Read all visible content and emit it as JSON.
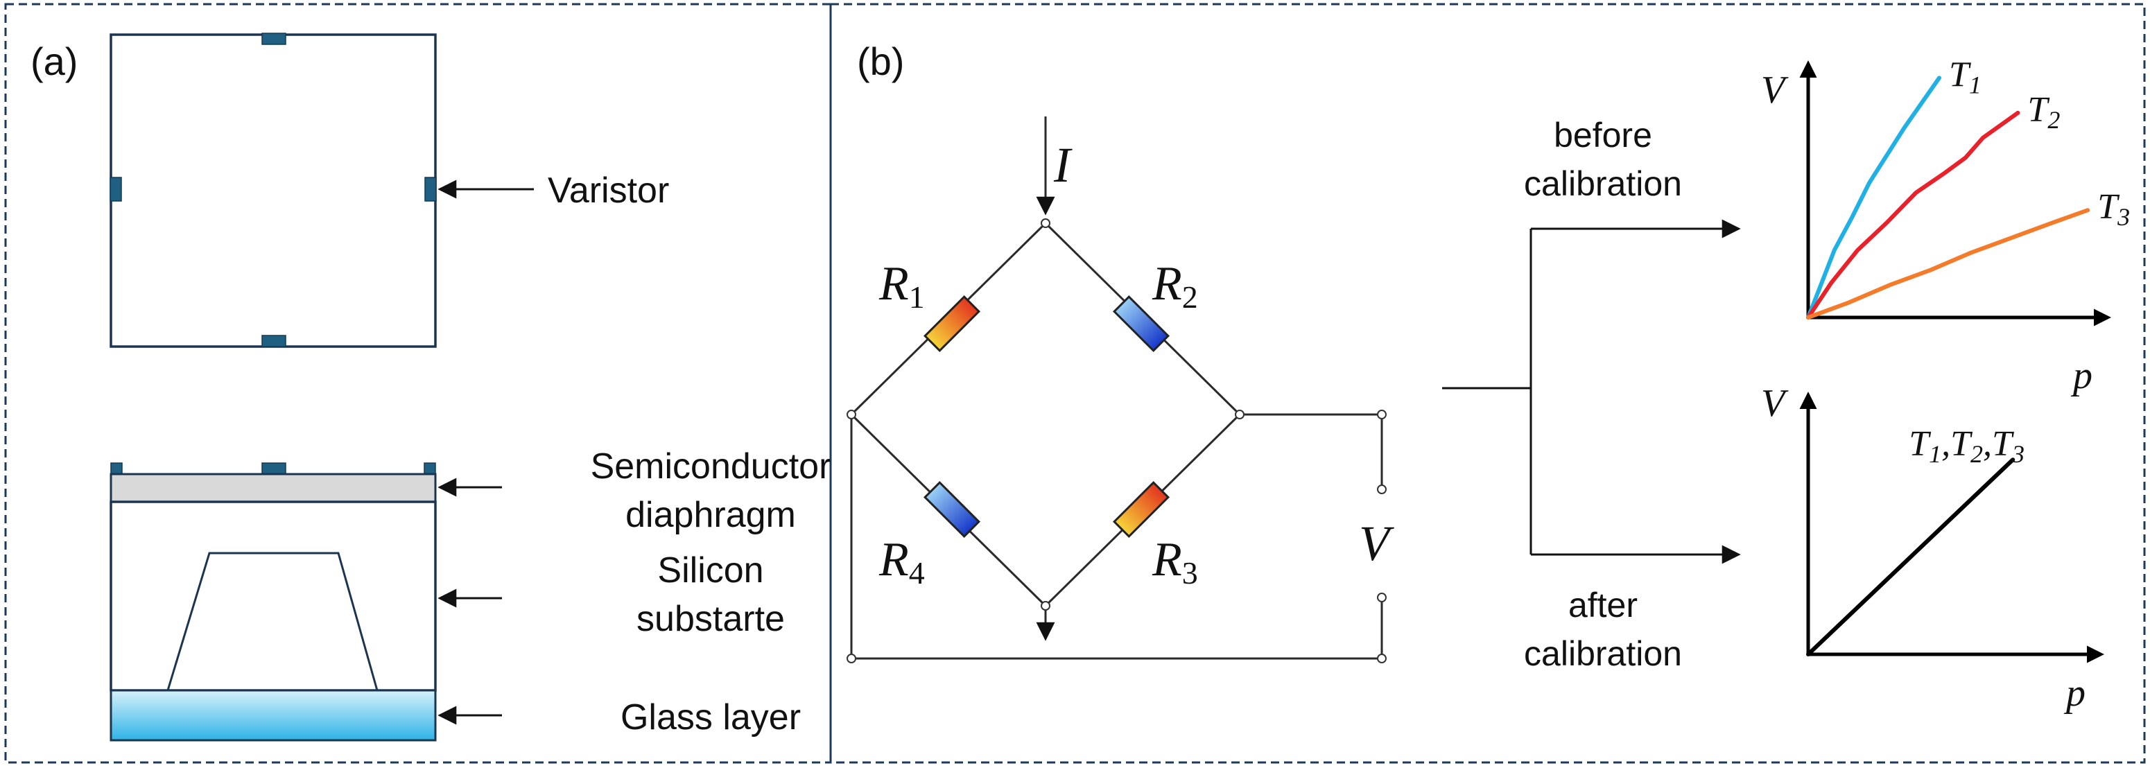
{
  "panel_a": {
    "tag": "(a)",
    "labels": {
      "varistor": "Varistor",
      "semiconductor_line1": "Semiconductor",
      "semiconductor_line2": "diaphragm",
      "silicon_line1": "Silicon",
      "silicon_line2": "substarte",
      "glass": "Glass layer"
    },
    "colors": {
      "pad": "#1f5f82",
      "diaphragm": "#d9d9d9",
      "glass_top": "#d6f1fb",
      "glass_bottom": "#2fb3e6"
    }
  },
  "panel_b": {
    "tag": "(b)",
    "current_symbol": "I",
    "voltage_symbol": "V",
    "resistors": [
      {
        "letter": "R",
        "sub": "1",
        "type": "warm"
      },
      {
        "letter": "R",
        "sub": "2",
        "type": "cold"
      },
      {
        "letter": "R",
        "sub": "3",
        "type": "warm"
      },
      {
        "letter": "R",
        "sub": "4",
        "type": "cold"
      }
    ],
    "branch_labels": {
      "before_line1": "before",
      "before_line2": "calibration",
      "after_line1": "after",
      "after_line2": "calibration"
    },
    "colors": {
      "warm_start": "#f6d43a",
      "warm_end": "#e3361f",
      "cold_start": "#9ad0f5",
      "cold_end": "#1638c9"
    }
  },
  "chart_data": [
    {
      "type": "line",
      "xlabel": "p",
      "ylabel": "V",
      "series": [
        {
          "name": "T1",
          "name_letter": "T",
          "name_sub": "1",
          "color": "#1fb0e6",
          "x": [
            0,
            0.04,
            0.09,
            0.15,
            0.21,
            0.27,
            0.33,
            0.39,
            0.45
          ],
          "y": [
            0,
            0.12,
            0.27,
            0.4,
            0.54,
            0.65,
            0.76,
            0.86,
            0.96
          ]
        },
        {
          "name": "T2",
          "name_letter": "T",
          "name_sub": "2",
          "color": "#e8212a",
          "x": [
            0,
            0.08,
            0.17,
            0.27,
            0.37,
            0.47,
            0.54,
            0.6,
            0.66,
            0.72
          ],
          "y": [
            0,
            0.14,
            0.27,
            0.38,
            0.5,
            0.58,
            0.64,
            0.72,
            0.77,
            0.82
          ]
        },
        {
          "name": "T3",
          "name_letter": "T",
          "name_sub": "3",
          "color": "#f47b2a",
          "x": [
            0,
            0.14,
            0.28,
            0.42,
            0.56,
            0.7,
            0.84,
            0.96
          ],
          "y": [
            0,
            0.06,
            0.13,
            0.19,
            0.26,
            0.32,
            0.38,
            0.43
          ]
        }
      ]
    },
    {
      "type": "line",
      "xlabel": "p",
      "ylabel": "V",
      "series": [
        {
          "name": "T1,T2,T3",
          "color": "#000000",
          "label_parts": [
            {
              "letter": "T",
              "sub": "1",
              "sep": ","
            },
            {
              "letter": "T",
              "sub": "2",
              "sep": ","
            },
            {
              "letter": "T",
              "sub": "3",
              "sep": ""
            }
          ],
          "x": [
            0,
            0.72
          ],
          "y": [
            0,
            0.78
          ]
        }
      ]
    }
  ]
}
